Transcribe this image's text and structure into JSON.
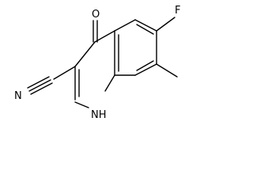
{
  "molecule": {
    "atoms": {
      "fluorine": "F",
      "oxygen": "O",
      "nitrogen_nitrile": "N",
      "nh": "NH"
    },
    "colors": {
      "bond": "#000000",
      "label": "#000000",
      "background": "#ffffff"
    }
  }
}
